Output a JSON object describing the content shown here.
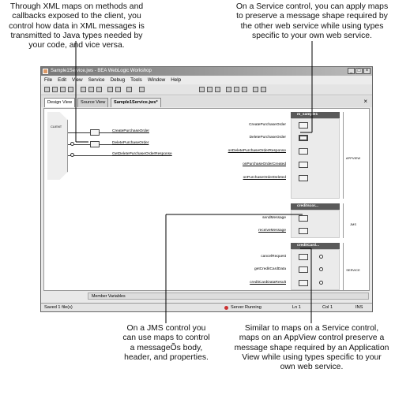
{
  "callouts": {
    "top_left": "Through XML maps on methods and callbacks exposed to the client, you control how data in XML messages is transmitted to Java types needed by your code, and vice versa.",
    "top_right": "On a Service control, you can apply maps to preserve a message shape required by the other web service while using types specific to your own web service.",
    "bottom_left": "On a JMS control you can use maps to control a messageÕs body, header, and properties.",
    "bottom_right": "Similar to maps on a Service control, maps on an AppView control preserve a message shape required by an Application View while using types specific to your own web service."
  },
  "window": {
    "title": "Sample1Service.jws - BEA WebLogic Workshop",
    "menu": [
      "File",
      "Edit",
      "View",
      "Service",
      "Debug",
      "Tools",
      "Window",
      "Help"
    ],
    "tabs": [
      "Design View",
      "Source View"
    ],
    "document_tab": "Sample1Service.jws*",
    "client_label": "CLIENT",
    "client_methods": [
      "CreatePurchaseOrder",
      "DeletePurchaseOrder",
      "GetDeletePurchaseOrderResponse"
    ],
    "controls": [
      {
        "header": "m_sample1",
        "name": "APPVIEW",
        "methods": [
          "CreatePurchaseOrder",
          "DeletePurchaseOrder",
          "onDeletePurchaseOrderResponse",
          "onPurchaseOrderCreated",
          "onPurchaseOrderDeleted"
        ]
      },
      {
        "header": "creditscor...",
        "name": "JMS",
        "methods": [
          "sendMessage",
          "receiveMessage"
        ]
      },
      {
        "header": "creditCard...",
        "name": "SERVICE",
        "methods": [
          "cancelRequest",
          "getCreditCardData",
          "creditCardDataResult"
        ]
      }
    ],
    "member_variables": "Member Variables",
    "status": {
      "saved": "Saved 1 file(s)",
      "server": "Server Running",
      "line": "Ln 1",
      "col": "Col 1",
      "mode": "INS"
    }
  }
}
